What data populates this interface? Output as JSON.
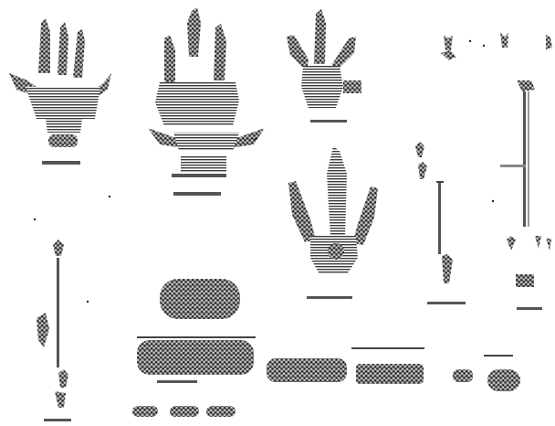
{
  "plate": {
    "ink_color": "#3a3a3a",
    "paper_color": "#ffffff",
    "panels": [
      {
        "id": "large-tridactyl-track",
        "label": "",
        "kind": "footprint"
      },
      {
        "id": "manus-track-with-pad",
        "label": "",
        "kind": "footprint"
      },
      {
        "id": "pes-track-upper-right",
        "label": "",
        "kind": "footprint"
      },
      {
        "id": "track-sequence-right",
        "label": "",
        "kind": "trackway"
      },
      {
        "id": "central-tridactyl-track",
        "label": "",
        "kind": "footprint"
      },
      {
        "id": "trackway-left",
        "label": "",
        "kind": "trackway"
      },
      {
        "id": "eggs-and-clutch",
        "label": "",
        "kind": "eggs"
      }
    ]
  }
}
